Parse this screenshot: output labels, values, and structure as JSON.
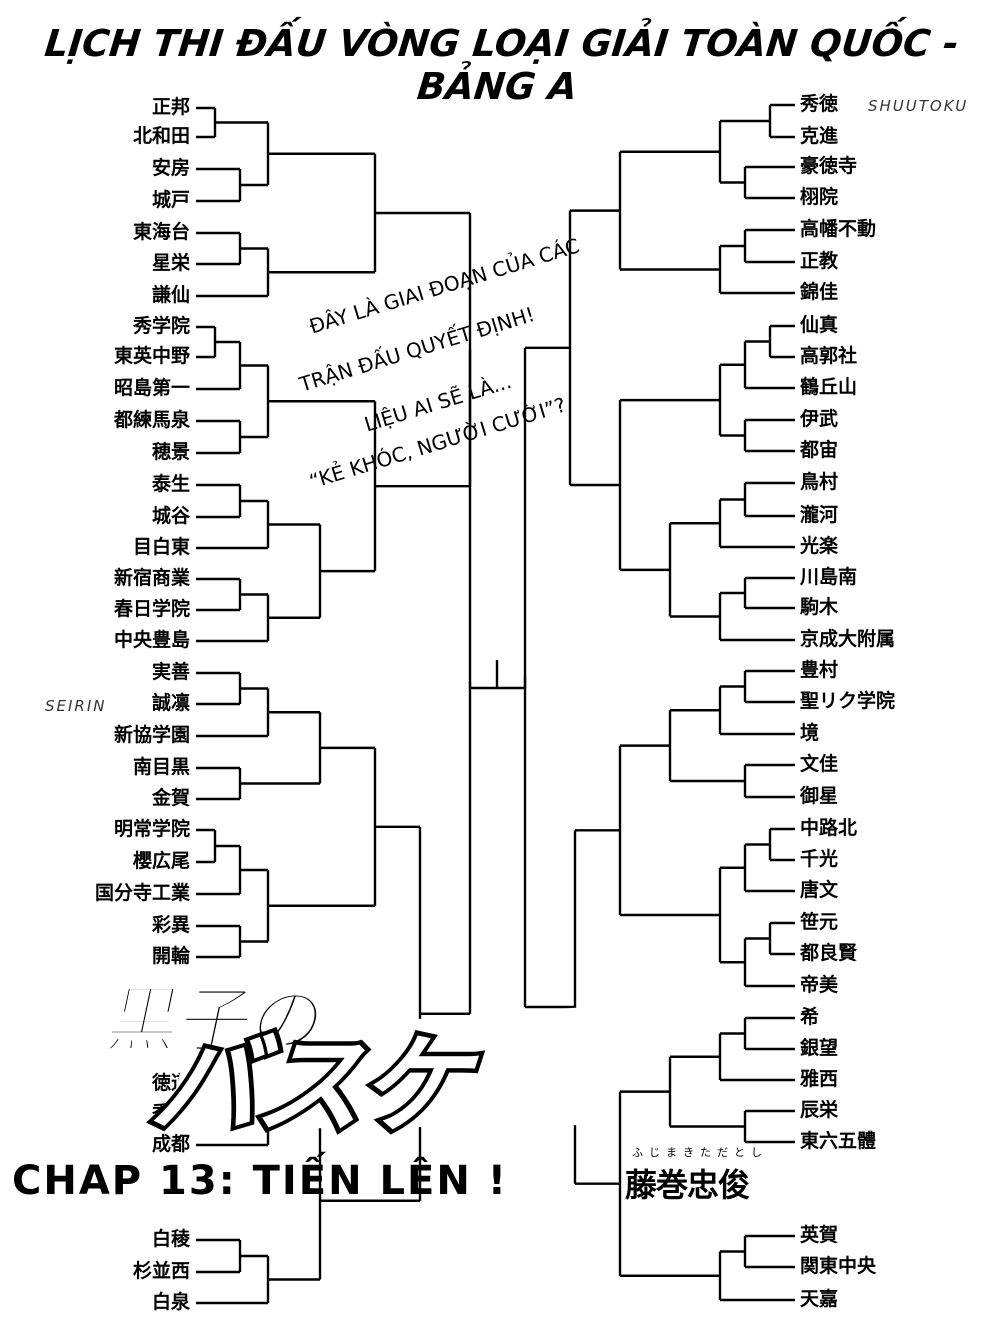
{
  "title": "LỊCH THI ĐẤU VÒNG LOẠI GIẢI TOÀN QUỐC - BẢNG A",
  "left_teams": [
    "正邦",
    "北和田",
    "安房",
    "城戸",
    "東海台",
    "星栄",
    "謙仙",
    "秀学院",
    "東英中野",
    "昭島第一",
    "都練馬泉",
    "穂景",
    "泰生",
    "城谷",
    "目白東",
    "新宿商業",
    "春日学院",
    "中央豊島",
    "実善",
    "誠凛",
    "新協学園",
    "南目黒",
    "金賀",
    "明常学院",
    "櫻広尾",
    "国分寺工業",
    "彩異",
    "開輪",
    "徳道",
    "秀学",
    "成都",
    "白稜",
    "杉並西",
    "白泉"
  ],
  "right_teams": [
    "秀徳",
    "克進",
    "豪徳寺",
    "栩院",
    "高幡不動",
    "正教",
    "錦佳",
    "仙真",
    "高郭社",
    "鶴丘山",
    "伊武",
    "都宙",
    "鳥村",
    "瀧河",
    "光楽",
    "川島南",
    "駒木",
    "京成大附属",
    "豊村",
    "聖リク学院",
    "境",
    "文佳",
    "御星",
    "中路北",
    "千光",
    "唐文",
    "笹元",
    "都良賢",
    "帝美",
    "希",
    "銀望",
    "雅西",
    "辰栄",
    "東六五體",
    "英賀",
    "関東中央",
    "天嘉"
  ],
  "tags": {
    "shutoku": "SHUUTOKU",
    "seirin": "SEIRIN"
  },
  "speech": {
    "line1": "ĐÂY LÀ GIAI ĐOẠN CỦA CÁC",
    "line2": "TRẬN ĐẤU QUYẾT ĐỊNH!",
    "line3": "LIỆU AI SẼ LÀ...",
    "line4": "“KẺ KHÓC, NGƯỜI CƯỜI”?"
  },
  "logo": {
    "kanji": "黒子の",
    "kana": "バスケ"
  },
  "chapter": "CHAP 13: TIẾN LÊN !",
  "author": "藤巻忠俊",
  "author_furigana": "ふじまきただとし"
}
